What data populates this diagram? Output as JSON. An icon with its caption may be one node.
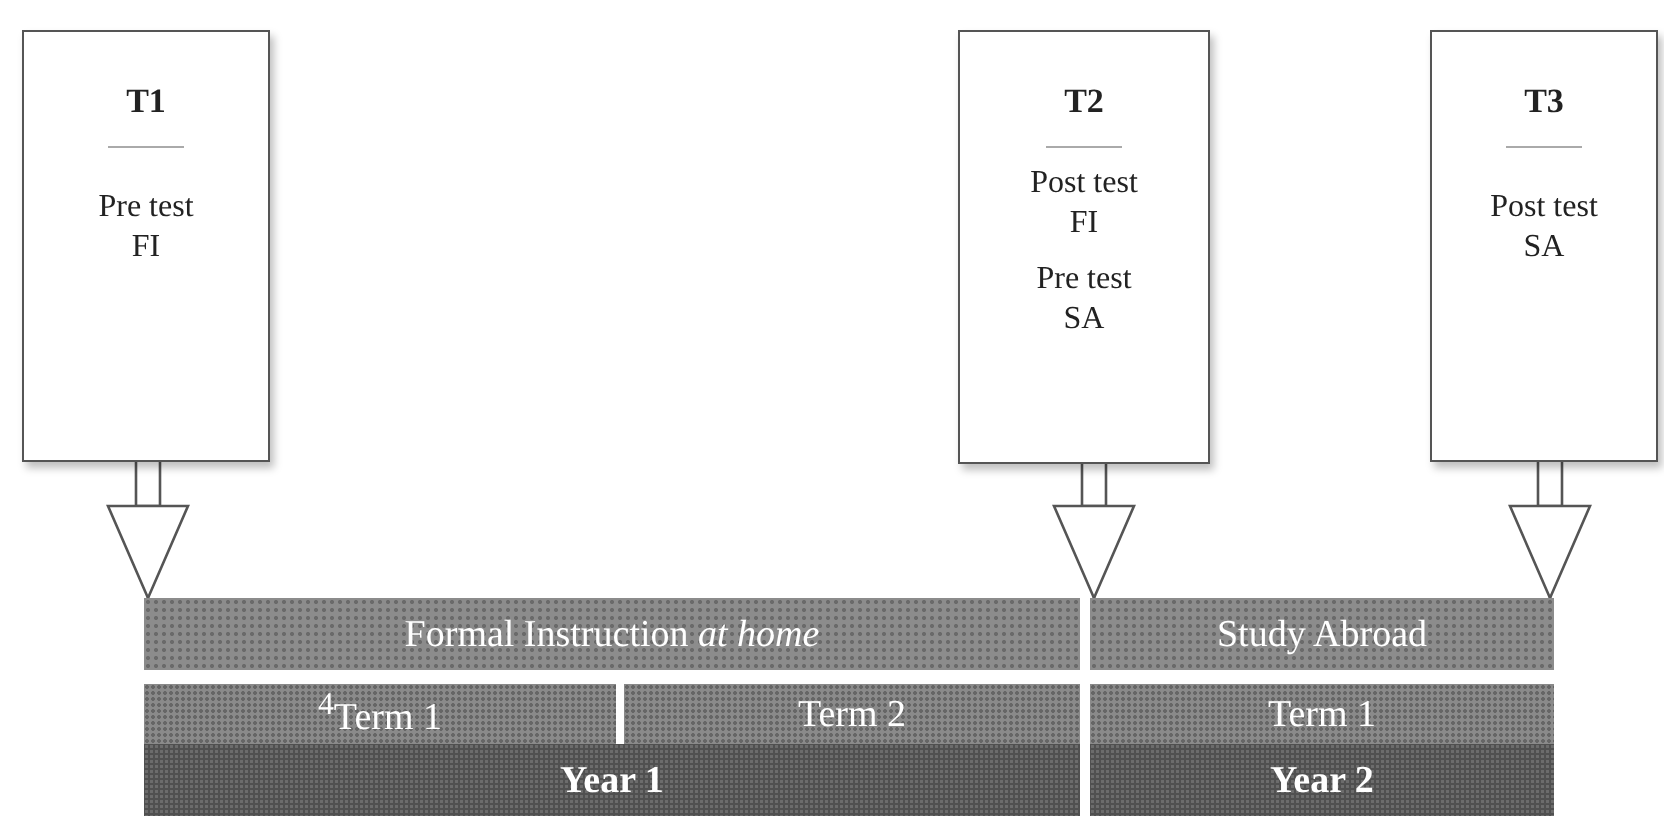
{
  "diagram": {
    "nodes": [
      {
        "text": [
          "T1",
          "Pre test FI"
        ]
      },
      {
        "text": [
          "T2",
          "Post test FI",
          "Pre test SA"
        ]
      },
      {
        "text": [
          "T3",
          "Post test SA"
        ]
      },
      {
        "text": [
          "Formal Instruction *at home*"
        ]
      },
      {
        "text": [
          "Study Abroad"
        ]
      },
      {
        "text": [
          "$^{4}$Term 1"
        ]
      },
      {
        "text": [
          "Term 2"
        ]
      },
      {
        "text": [
          "Term 1"
        ]
      },
      {
        "text": [
          "Year 1"
        ]
      },
      {
        "text": [
          "Year 2"
        ]
      }
    ],
    "edges": [
      {
        "from": 0,
        "to": 3,
        "arrow": "to"
      },
      {
        "from": 1,
        "to": 4,
        "arrow": "to"
      },
      {
        "from": 2,
        "to": 4,
        "arrow": "to"
      }
    ]
  }
}
